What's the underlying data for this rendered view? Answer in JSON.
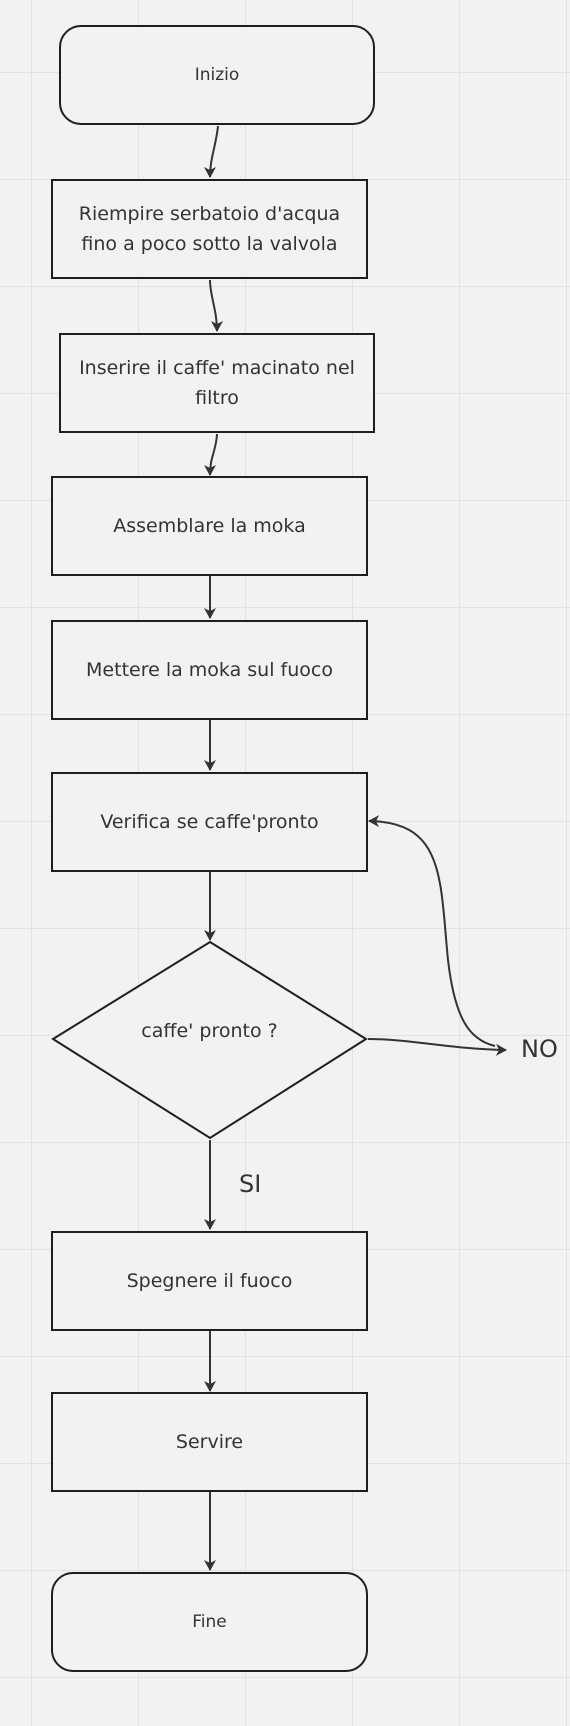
{
  "nodes": {
    "start": "Inizio",
    "fill_water": "Riempire serbatoio d'acqua fino a poco sotto la valvola",
    "insert_coffee": "Inserire il caffe' macinato nel filtro",
    "assemble": "Assemblare la moka",
    "on_fire": "Mettere la moka sul fuoco",
    "check": "Verifica se caffe'pronto",
    "decision": "caffe' pronto ?",
    "turn_off": "Spegnere il fuoco",
    "serve": "Servire",
    "end": "Fine"
  },
  "edges": {
    "no_label": "NO",
    "yes_label": "SI"
  },
  "colors": {
    "background": "#f2f2f2",
    "grid": "#e2e2e2",
    "stroke": "#1e1e1e",
    "text": "#333333"
  }
}
